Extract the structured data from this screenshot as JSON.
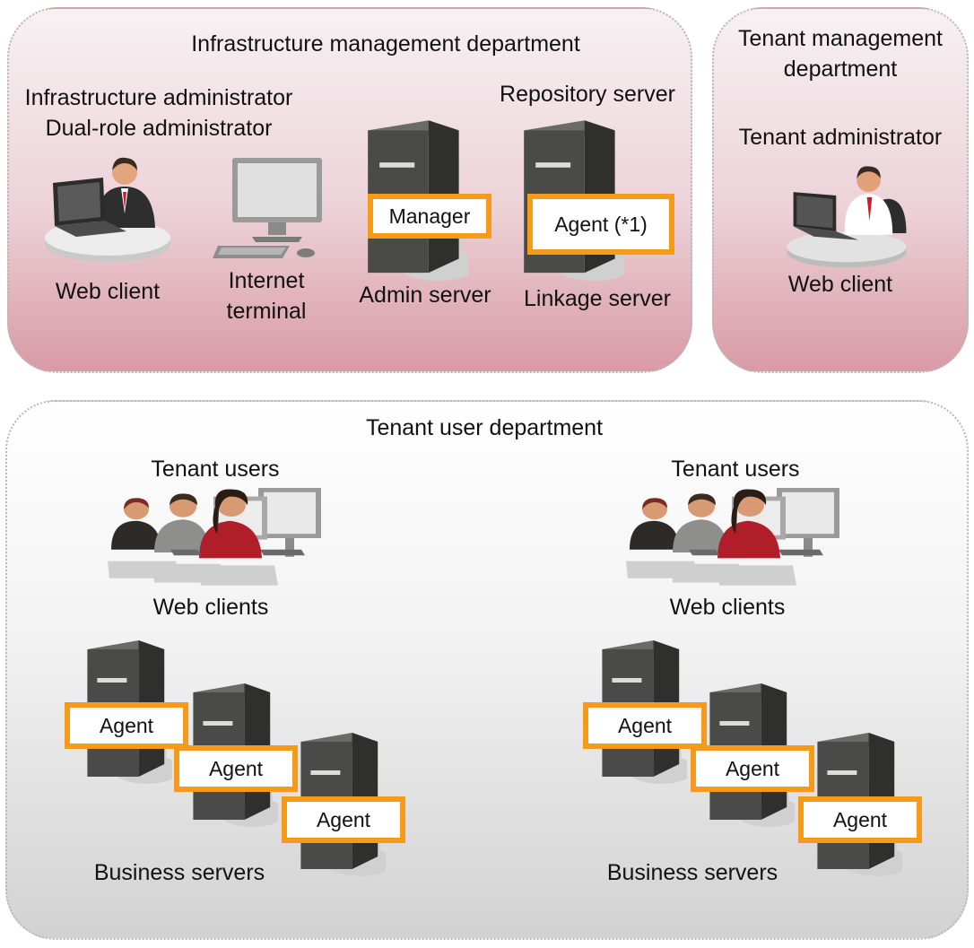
{
  "infra": {
    "title": "Infrastructure management department",
    "admin_line1": "Infrastructure administrator",
    "admin_line2": "Dual-role administrator",
    "web_client": "Web client",
    "internet_line1": "Internet",
    "internet_line2": "terminal",
    "manager": "Manager",
    "admin_server": "Admin server",
    "repository_server": "Repository server",
    "agent_star": "Agent (*1)",
    "linkage_server": "Linkage server"
  },
  "tenant_mgmt": {
    "title_line1": "Tenant management",
    "title_line2": "department",
    "admin": "Tenant administrator",
    "web_client": "Web client"
  },
  "tenant_user": {
    "title": "Tenant user department",
    "groups": [
      {
        "users": "Tenant users",
        "web_clients": "Web clients",
        "agents": [
          "Agent",
          "Agent",
          "Agent"
        ],
        "servers": "Business servers"
      },
      {
        "users": "Tenant users",
        "web_clients": "Web clients",
        "agents": [
          "Agent",
          "Agent",
          "Agent"
        ],
        "servers": "Business servers"
      }
    ]
  },
  "colors": {
    "tag_border": "#f59a1b",
    "pink_panel": "#ecd2d8",
    "grey_panel": "#e6e6e6",
    "server_body": "#4a4a48"
  },
  "icons": [
    "person-at-laptop-icon",
    "desktop-terminal-icon",
    "server-tower-icon",
    "group-at-computers-icon"
  ]
}
